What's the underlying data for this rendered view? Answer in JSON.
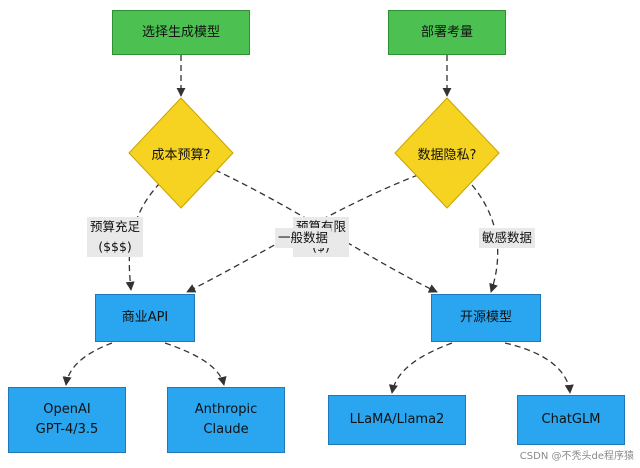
{
  "nodes": {
    "select_model": "选择生成模型",
    "deployment": "部署考量",
    "cost_budget": "成本预算?",
    "data_privacy": "数据隐私?",
    "commercial_api": "商业API",
    "open_source": "开源模型",
    "openai": "OpenAI\nGPT-4/3.5",
    "anthropic": "Anthropic\nClaude",
    "llama": "LLaMA/Llama2",
    "chatglm": "ChatGLM"
  },
  "edge_labels": {
    "budget_sufficient": "预算充足\n($$$)",
    "budget_limited": "预算有限\n($)",
    "general_data": "一般数据",
    "sensitive_data": "敏感数据"
  },
  "colors": {
    "start_node": "#4cc151",
    "decision_node": "#f5d320",
    "result_node": "#2aa5ef",
    "edge_label_bg": "#e9e9e9"
  },
  "footer": "CSDN @不秃头de程序猿"
}
